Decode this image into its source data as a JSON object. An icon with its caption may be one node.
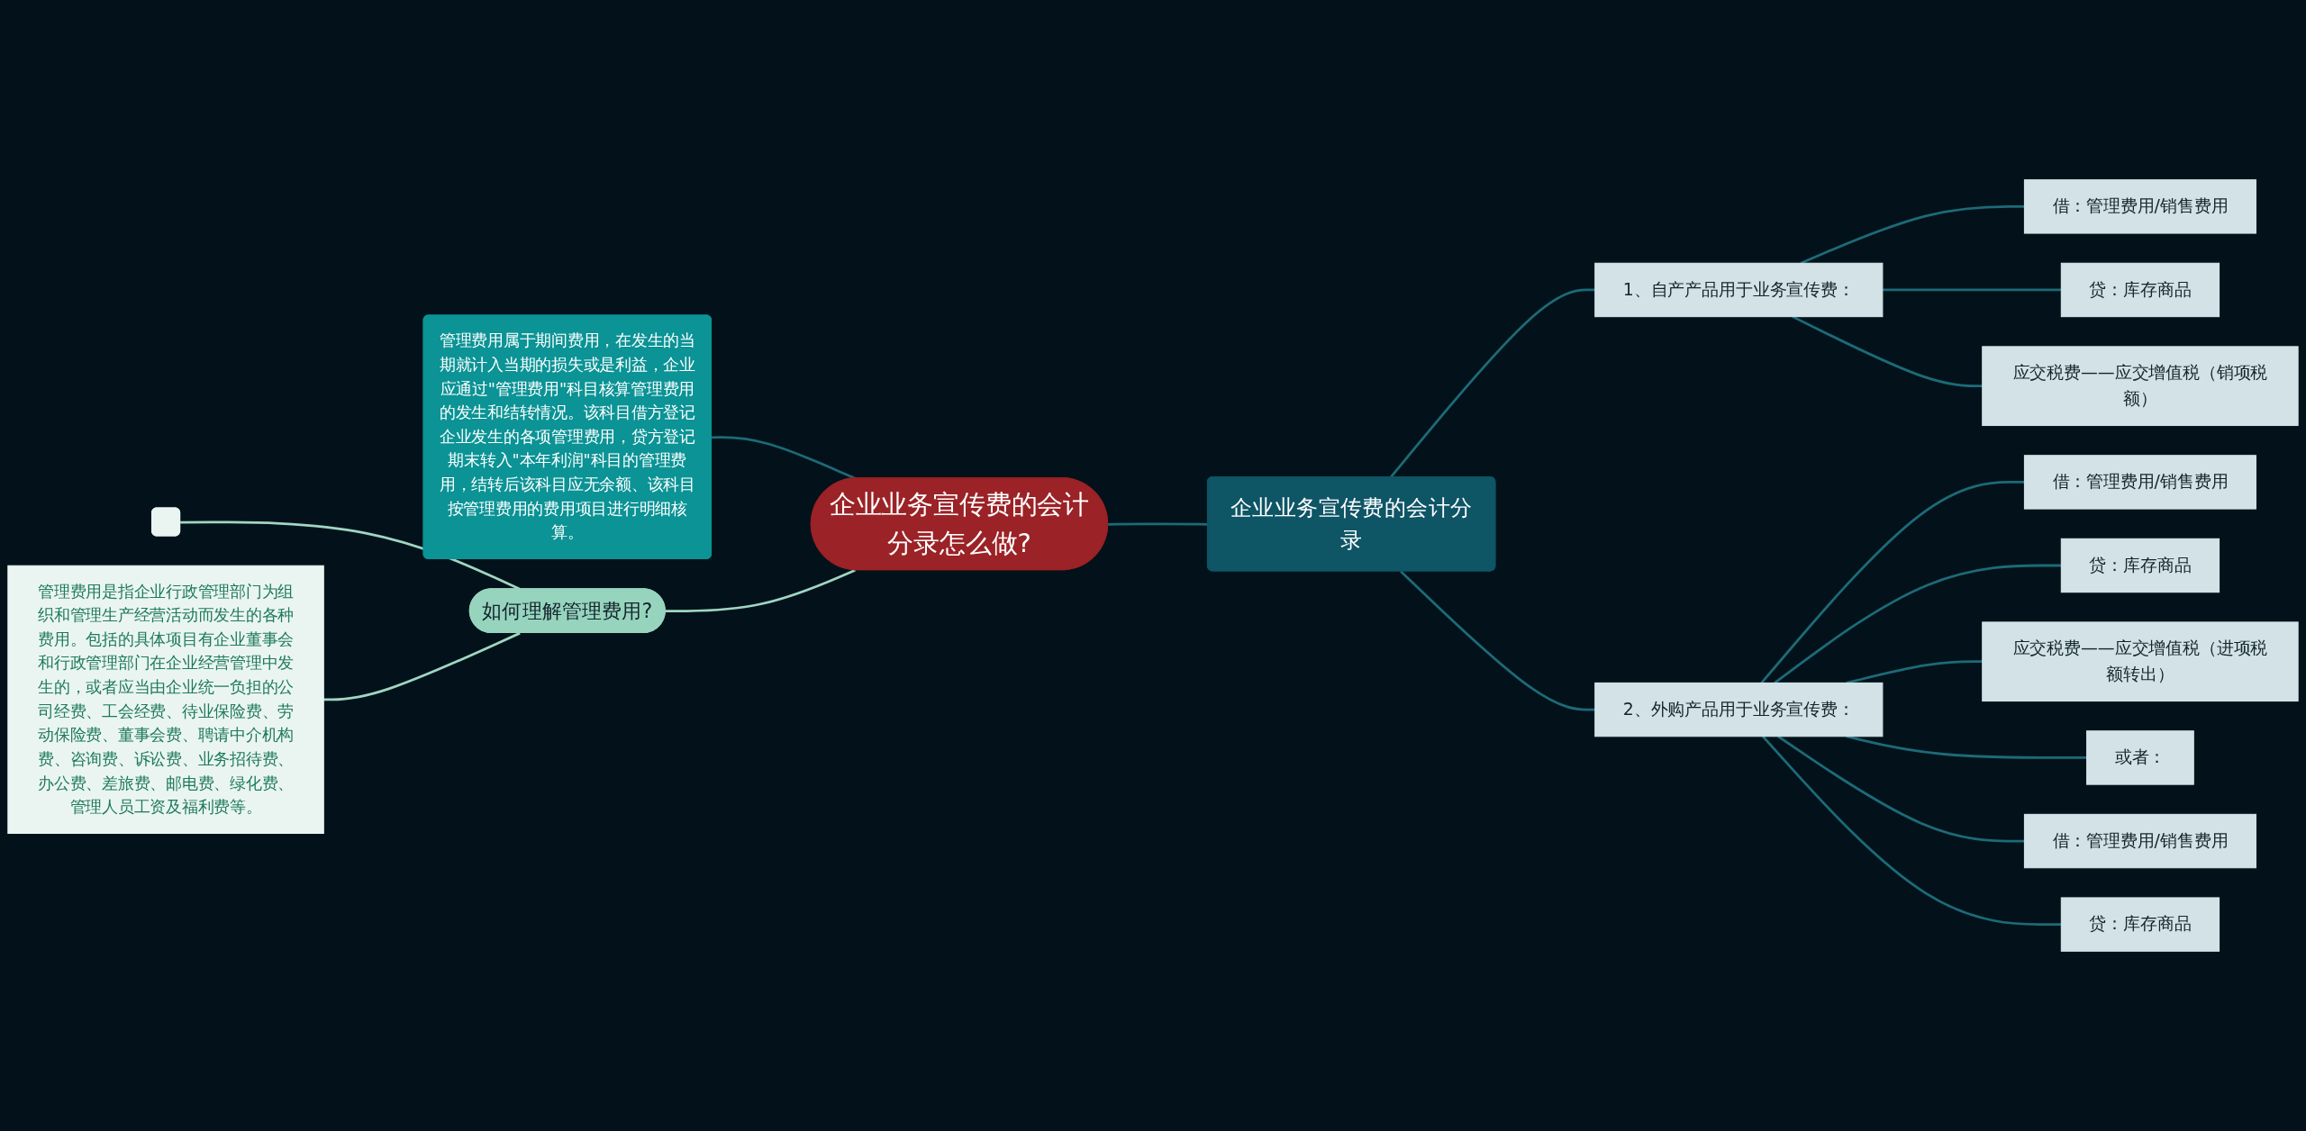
{
  "diagram": {
    "nodes": [
      {
        "text": [
          "企业业务宣传费的会计分录怎么做?"
        ]
      },
      {
        "text": [
          "企业业务宣传费的会计分录"
        ]
      },
      {
        "text": [
          "1、自产产品用于业务宣传费："
        ]
      },
      {
        "text": [
          "借：管理费用/销售费用"
        ]
      },
      {
        "text": [
          "贷：库存商品"
        ]
      },
      {
        "text": [
          "应交税费——应交增值税（销项税额）"
        ]
      },
      {
        "text": [
          "2、外购产品用于业务宣传费："
        ]
      },
      {
        "text": [
          "借：管理费用/销售费用"
        ]
      },
      {
        "text": [
          "贷：库存商品"
        ]
      },
      {
        "text": [
          "应交税费——应交增值税（进项税额转出）"
        ]
      },
      {
        "text": [
          "或者："
        ]
      },
      {
        "text": [
          "借：管理费用/销售费用"
        ]
      },
      {
        "text": [
          "贷：库存商品"
        ]
      },
      {
        "text": [
          "管理费用属于期间费用，在发生的当期就计入当期的损失或是利益，企业应通过\"管理费用\"科目核算管理费用的发生和结转情况。该科目借方登记企业发生的各项管理费用，贷方登记期末转入\"本年利润\"科目的管理费用，结转后该科目应无余额、该科目按管理费用的费用项目进行明细核算。"
        ]
      },
      {
        "text": [
          "如何理解管理费用?"
        ]
      },
      {
        "text": [],
        "shape": "box"
      },
      {
        "text": [
          "管理费用是指企业行政管理部门为组织和管理生产经营活动而发生的各种费用。包括的具体项目有企业董事会和行政管理部门在企业经营管理中发生的，或者应当由企业统一负担的公司经费、工会经费、待业保险费、劳动保险费、董事会费、聘请中介机构费、咨询费、诉讼费、业务招待费、办公费、差旅费、邮电费、绿化费、管理人员工资及福利费等。"
        ]
      }
    ],
    "edges": [
      {
        "from": 0,
        "to": 1,
        "arrow": "none"
      },
      {
        "from": 1,
        "to": 2,
        "arrow": "none"
      },
      {
        "from": 2,
        "to": 3,
        "arrow": "none"
      },
      {
        "from": 2,
        "to": 4,
        "arrow": "none"
      },
      {
        "from": 2,
        "to": 5,
        "arrow": "none"
      },
      {
        "from": 1,
        "to": 6,
        "arrow": "none"
      },
      {
        "from": 6,
        "to": 7,
        "arrow": "none"
      },
      {
        "from": 6,
        "to": 8,
        "arrow": "none"
      },
      {
        "from": 6,
        "to": 9,
        "arrow": "none"
      },
      {
        "from": 6,
        "to": 10,
        "arrow": "none"
      },
      {
        "from": 6,
        "to": 11,
        "arrow": "none"
      },
      {
        "from": 6,
        "to": 12,
        "arrow": "none"
      },
      {
        "from": 0,
        "to": 13,
        "arrow": "none"
      },
      {
        "from": 0,
        "to": 14,
        "arrow": "none",
        "color": "#9fd6c3"
      },
      {
        "from": 14,
        "to": 15,
        "arrow": "none",
        "color": "#9fd6c3"
      },
      {
        "from": 14,
        "to": 16,
        "arrow": "none",
        "color": "#9fd6c3"
      }
    ]
  }
}
